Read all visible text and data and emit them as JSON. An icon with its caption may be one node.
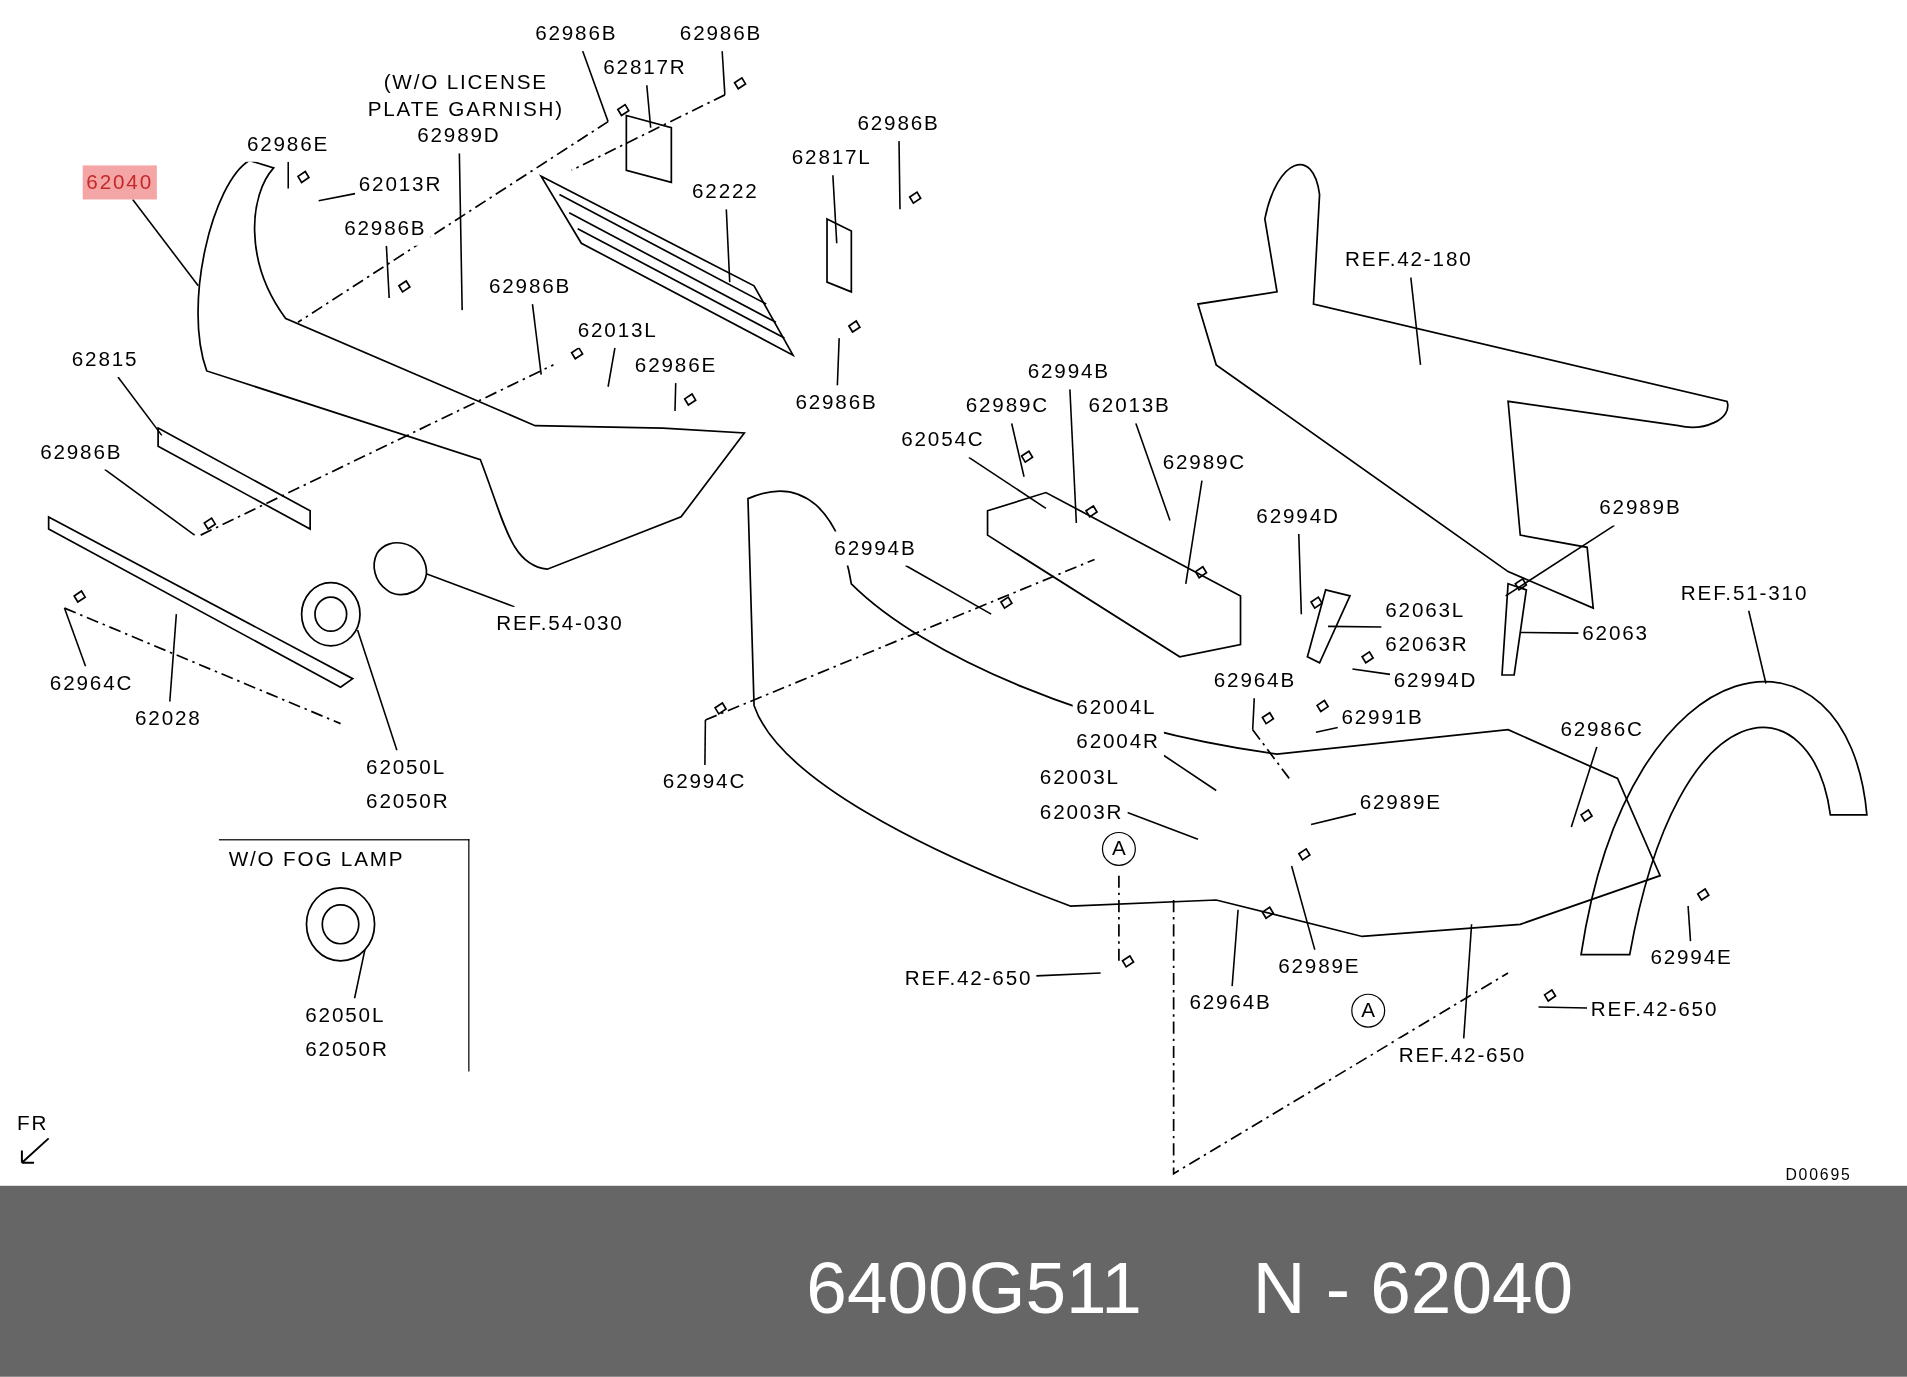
{
  "diagram": {
    "nodes": [
      {
        "text": [
          "62986B"
        ]
      },
      {
        "text": [
          "62986B"
        ]
      },
      {
        "text": [
          "62817R"
        ]
      },
      {
        "text": [
          "62986E"
        ]
      },
      {
        "text": [
          "62989D"
        ]
      },
      {
        "text": [
          "62040"
        ]
      },
      {
        "text": [
          "62013R"
        ]
      },
      {
        "text": [
          "62222"
        ]
      },
      {
        "text": [
          "62986B"
        ]
      },
      {
        "text": [
          "62817L"
        ]
      },
      {
        "text": [
          "62986B"
        ]
      },
      {
        "text": [
          "REF.42-180"
        ]
      },
      {
        "text": [
          "62986B"
        ]
      },
      {
        "text": [
          "62013L"
        ]
      },
      {
        "text": [
          "62986E"
        ]
      },
      {
        "text": [
          "62815"
        ]
      },
      {
        "text": [
          "62986B"
        ]
      },
      {
        "text": [
          "62994B"
        ]
      },
      {
        "text": [
          "62989C"
        ]
      },
      {
        "text": [
          "62013B"
        ]
      },
      {
        "text": [
          "62054C"
        ]
      },
      {
        "text": [
          "62986B"
        ]
      },
      {
        "text": [
          "62989C"
        ]
      },
      {
        "text": [
          "62989B"
        ]
      },
      {
        "text": [
          "62994D"
        ]
      },
      {
        "text": [
          "62994B"
        ]
      },
      {
        "text": [
          "REF.51-310"
        ]
      },
      {
        "text": [
          "62063L",
          "62063R"
        ]
      },
      {
        "text": [
          "REF.54-030"
        ]
      },
      {
        "text": [
          "62063"
        ]
      },
      {
        "text": [
          "62964C"
        ]
      },
      {
        "text": [
          "62994D"
        ]
      },
      {
        "text": [
          "62964B"
        ]
      },
      {
        "text": [
          "62004L",
          "62004R"
        ]
      },
      {
        "text": [
          "62028"
        ]
      },
      {
        "text": [
          "62991B"
        ]
      },
      {
        "text": [
          "62986C"
        ]
      },
      {
        "text": [
          "62050L",
          "62050R"
        ]
      },
      {
        "text": [
          "62994C"
        ]
      },
      {
        "text": [
          "62003L",
          "62003R"
        ]
      },
      {
        "text": [
          "62989E"
        ]
      },
      {
        "text": [
          "A"
        ]
      },
      {
        "text": [
          "W/O FOG LAMP"
        ]
      },
      {
        "text": [
          "62050L",
          "62050R"
        ],
        "in": 42
      },
      {
        "text": [
          "62994E"
        ]
      },
      {
        "text": [
          "62989E"
        ]
      },
      {
        "text": [
          "REF.42-650"
        ]
      },
      {
        "text": [
          "62964B"
        ]
      },
      {
        "text": [
          "REF.42-650"
        ]
      },
      {
        "text": [
          "A"
        ]
      },
      {
        "text": [
          "REF.42-650"
        ]
      }
    ],
    "edges": [
      {
        "from": 0,
        "to": null,
        "arrow": "none"
      },
      {
        "from": 1,
        "to": null,
        "arrow": "none"
      },
      {
        "from": 2,
        "to": null,
        "arrow": "none"
      },
      {
        "from": 3,
        "to": null,
        "arrow": "none"
      },
      {
        "from": 4,
        "to": null,
        "arrow": "none"
      },
      {
        "from": 5,
        "to": null,
        "arrow": "none"
      },
      {
        "from": 6,
        "to": null,
        "arrow": "none"
      },
      {
        "from": 7,
        "to": null,
        "arrow": "none"
      },
      {
        "from": 8,
        "to": null,
        "arrow": "none"
      },
      {
        "from": 9,
        "to": null,
        "arrow": "none"
      },
      {
        "from": 10,
        "to": null,
        "arrow": "none"
      },
      {
        "from": 11,
        "to": null,
        "arrow": "none"
      },
      {
        "from": 12,
        "to": null,
        "arrow": "none"
      },
      {
        "from": 13,
        "to": null,
        "arrow": "none"
      },
      {
        "from": 14,
        "to": null,
        "arrow": "none"
      },
      {
        "from": 15,
        "to": null,
        "arrow": "none"
      },
      {
        "from": 16,
        "to": null,
        "arrow": "none"
      },
      {
        "from": 17,
        "to": null,
        "arrow": "none"
      },
      {
        "from": 18,
        "to": null,
        "arrow": "none"
      },
      {
        "from": 19,
        "to": null,
        "arrow": "none"
      },
      {
        "from": 20,
        "to": null,
        "arrow": "none"
      },
      {
        "from": 21,
        "to": null,
        "arrow": "none"
      },
      {
        "from": 22,
        "to": null,
        "arrow": "none"
      },
      {
        "from": 23,
        "to": null,
        "arrow": "none"
      },
      {
        "from": 24,
        "to": null,
        "arrow": "none"
      },
      {
        "from": 25,
        "to": null,
        "arrow": "none"
      },
      {
        "from": 26,
        "to": null,
        "arrow": "none"
      },
      {
        "from": 27,
        "to": null,
        "arrow": "none"
      },
      {
        "from": 28,
        "to": null,
        "arrow": "none"
      },
      {
        "from": 29,
        "to": null,
        "arrow": "none"
      },
      {
        "from": 30,
        "to": null,
        "arrow": "none"
      },
      {
        "from": 31,
        "to": null,
        "arrow": "none"
      },
      {
        "from": 32,
        "to": null,
        "arrow": "none"
      },
      {
        "from": 33,
        "to": null,
        "arrow": "none"
      },
      {
        "from": 34,
        "to": null,
        "arrow": "none"
      },
      {
        "from": 35,
        "to": null,
        "arrow": "none"
      },
      {
        "from": 36,
        "to": null,
        "arrow": "none"
      },
      {
        "from": 37,
        "to": null,
        "arrow": "none"
      },
      {
        "from": 38,
        "to": null,
        "arrow": "none"
      },
      {
        "from": 39,
        "to": null,
        "arrow": "none"
      },
      {
        "from": 40,
        "to": null,
        "arrow": "none"
      },
      {
        "from": 43,
        "to": null,
        "arrow": "none"
      },
      {
        "from": 44,
        "to": null,
        "arrow": "none"
      },
      {
        "from": 45,
        "to": null,
        "arrow": "none"
      },
      {
        "from": 46,
        "to": null,
        "arrow": "none"
      },
      {
        "from": 47,
        "to": null,
        "arrow": "none"
      },
      {
        "from": 48,
        "to": null,
        "arrow": "none"
      },
      {
        "from": 50,
        "to": null,
        "arrow": "none"
      }
    ],
    "labels": [
      "(W/O LICENSE PLATE GARNISH)",
      "FR",
      "D00695",
      "6400G511",
      "N - 62040"
    ]
  }
}
